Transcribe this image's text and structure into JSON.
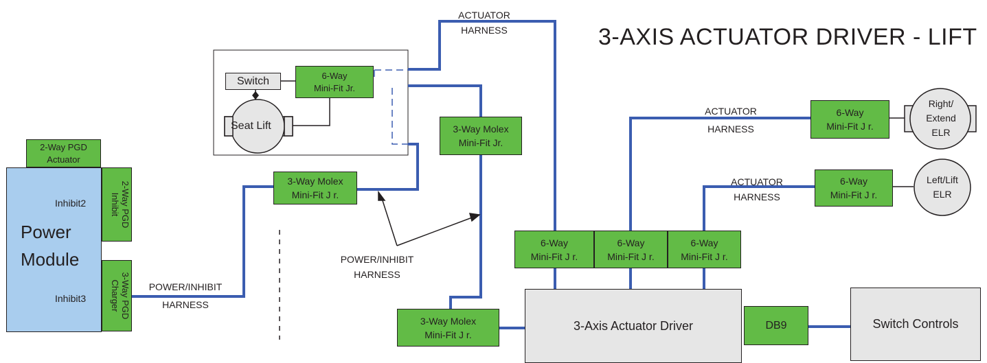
{
  "title": "3-AXIS ACTUATOR DRIVER - LIFT",
  "colors": {
    "harness_line": "#3b5db0",
    "connector": "#62bb46",
    "module_fill": "#e6e6e6",
    "power_module_fill": "#a9cdee"
  },
  "power_module": {
    "label_line1": "Power",
    "label_line2": "Module",
    "inhibit2": "Inhibit2",
    "inhibit3": "Inhibit3"
  },
  "connectors": {
    "pgd_actuator": {
      "line1": "2-Way PGD",
      "line2": "Actuator"
    },
    "pgd_inhibit": {
      "line1": "2-Way PGD",
      "line2": "Inhibit"
    },
    "pgd_charger": {
      "line1": "3-Way PGD",
      "line2": "Charger"
    },
    "seat_6way": {
      "line1": "6-Way",
      "line2": "Mini-Fit Jr."
    },
    "molex_mid": {
      "line1": "3-Way Molex",
      "line2": "Mini-Fit J r."
    },
    "molex_right": {
      "line1": "3-Way Molex",
      "line2": "Mini-Fit Jr."
    },
    "molex_bottom": {
      "line1": "3-Way Molex",
      "line2": "Mini-Fit J r."
    },
    "driver_6way_1": {
      "line1": "6-Way",
      "line2": "Mini-Fit J r."
    },
    "driver_6way_2": {
      "line1": "6-Way",
      "line2": "Mini-Fit J r."
    },
    "driver_6way_3": {
      "line1": "6-Way",
      "line2": "Mini-Fit J r."
    },
    "right_elr_6way": {
      "line1": "6-Way",
      "line2": "Mini-Fit J r."
    },
    "left_elr_6way": {
      "line1": "6-Way",
      "line2": "Mini-Fit J r."
    },
    "db9": "DB9"
  },
  "seat": {
    "switch": "Switch",
    "seat_lift": "Seat Lift"
  },
  "motors": {
    "right": {
      "line1": "Right/",
      "line2": "Extend",
      "line3": "ELR"
    },
    "left": {
      "line1": "Left/Lift",
      "line2": "ELR"
    }
  },
  "modules": {
    "driver": "3-Axis Actuator Driver",
    "switch_controls": "Switch Controls"
  },
  "harness_labels": {
    "actuator_top": {
      "line1": "ACTUATOR",
      "line2": "HARNESS"
    },
    "actuator_right": {
      "line1": "ACTUATOR",
      "line2": "HARNESS"
    },
    "actuator_left": {
      "line1": "ACTUATOR",
      "line2": "HARNESS"
    },
    "power_inhibit_left": {
      "line1": "POWER/INHIBIT",
      "line2": "HARNESS"
    },
    "power_inhibit_center": {
      "line1": "POWER/INHIBIT",
      "line2": "HARNESS"
    }
  }
}
